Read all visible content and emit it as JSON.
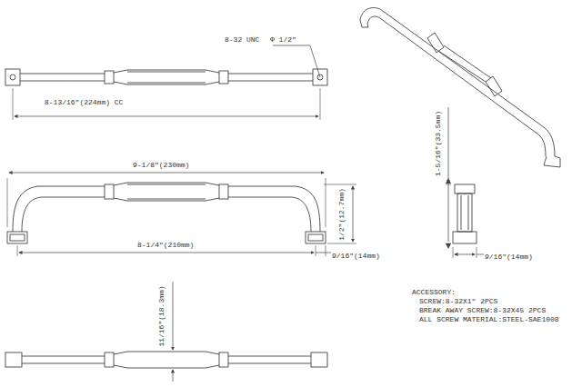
{
  "diagram": {
    "labels": [
      "8-32 UNC",
      "Φ 1/2\"",
      "8-13/16\"(224mm) CC",
      "9-1/8\"(230mm)",
      "1/2\"(12.7mm)",
      "8-1/4\"(210mm)",
      "9/16\"(14mm)",
      "1-5/16\"(33.5mm)",
      "9/16\"(14mm)",
      "11/16\"(18.3mm)",
      "ACCESSORY:",
      "SCREW:8-32X1\" 2PCS",
      "BREAK AWAY SCREW:8-32X45 2PCS",
      "ALL SCREW MATERIAL:STEEL-SAE1008"
    ]
  }
}
